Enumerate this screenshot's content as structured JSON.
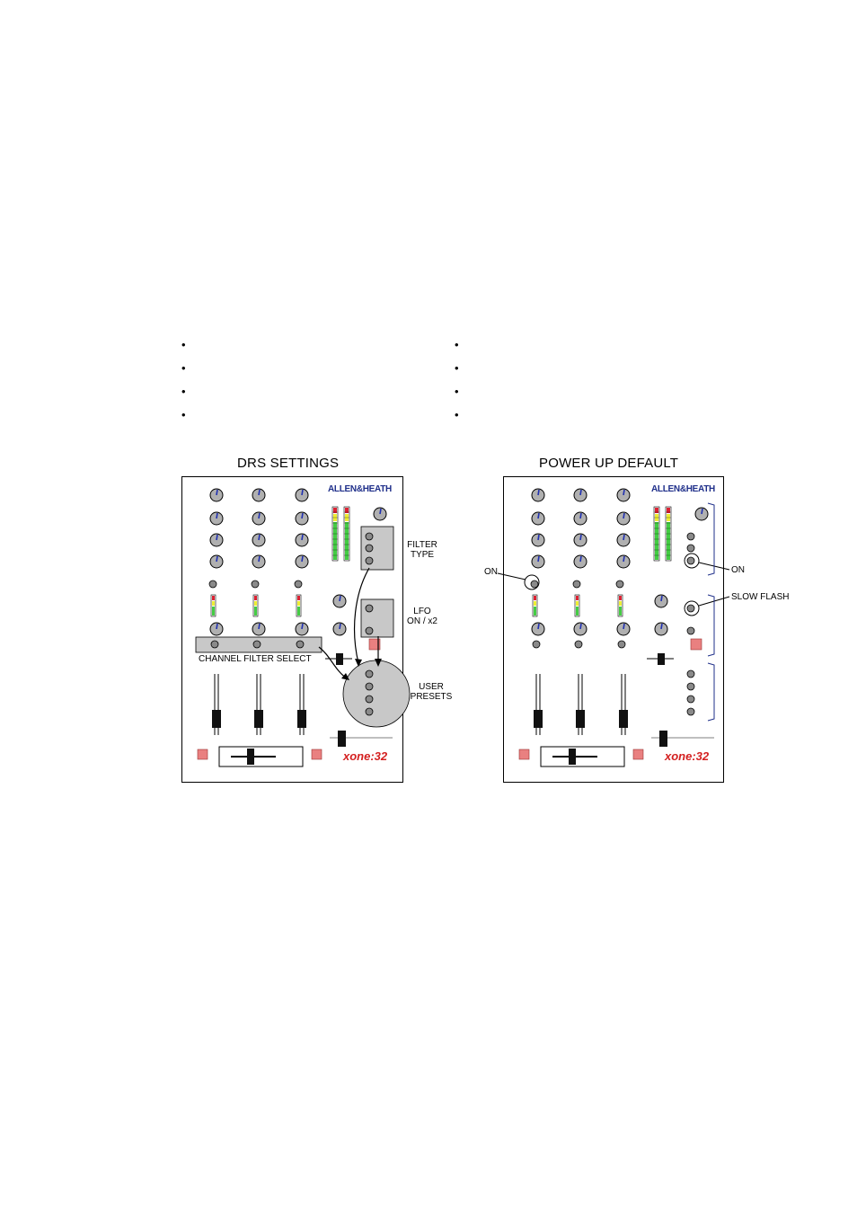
{
  "bullets": {
    "left": [
      "•",
      "•",
      "•",
      "•"
    ],
    "right": [
      "•",
      "•",
      "•",
      "•"
    ]
  },
  "left_panel": {
    "title": "DRS SETTINGS",
    "brand": "ALLEN&HEATH",
    "logo": "xone:32",
    "callouts": {
      "filter_type": "FILTER\nTYPE",
      "lfo": "LFO\nON / x2",
      "user_presets": "USER\nPRESETS",
      "channel_filter_select": "CHANNEL FILTER SELECT"
    }
  },
  "right_panel": {
    "title": "POWER UP DEFAULT",
    "brand": "ALLEN&HEATH",
    "logo": "xone:32",
    "callouts": {
      "on_left": "ON",
      "on_right": "ON",
      "slow_flash": "SLOW FLASH"
    }
  },
  "colors": {
    "brand_blue": "#1f2f8a",
    "logo_red": "#d42020",
    "panel_grey": "#c8c8c8",
    "pad_red": "#e98080"
  }
}
